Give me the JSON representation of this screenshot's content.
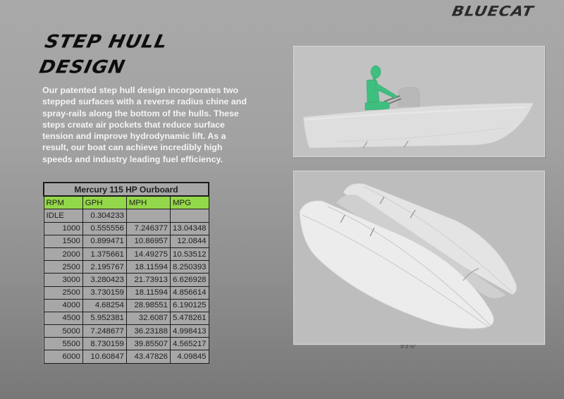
{
  "header": {
    "brand_logo": "BLUECAT"
  },
  "main": {
    "title_line1": "Step Hull",
    "title_line2": "Design",
    "description": "Our patented step hull design incorporates two stepped surfaces with a reverse radius chine and spray-rails along the bottom of the hulls. These steps create air pockets that reduce surface tension and improve hydrodynamic lift. As a result, our boat can achieve incredibly high speeds and industry leading fuel efficiency."
  },
  "table": {
    "caption": "Mercury 115 HP Ourboard",
    "header_color": "#93d74a",
    "columns": [
      "RPM",
      "GPH",
      "MPH",
      "MPG"
    ],
    "rows": [
      [
        "IDLE",
        "0.304233",
        "",
        ""
      ],
      [
        "1000",
        "0.555556",
        "7.246377",
        "13.04348"
      ],
      [
        "1500",
        "0.899471",
        "10.86957",
        "12.0844"
      ],
      [
        "2000",
        "1.375661",
        "14.49275",
        "10.53512"
      ],
      [
        "2500",
        "2.195767",
        "18.11594",
        "8.250393"
      ],
      [
        "3000",
        "3.280423",
        "21.73913",
        "6.626928"
      ],
      [
        "2500",
        "3.730159",
        "18.11594",
        "4.856614"
      ],
      [
        "4000",
        "4.68254",
        "28.98551",
        "6.190125"
      ],
      [
        "4500",
        "5.952381",
        "32.6087",
        "5.478261"
      ],
      [
        "5000",
        "7.248677",
        "36.23188",
        "4.998413"
      ],
      [
        "5500",
        "8.730159",
        "39.85507",
        "4.565217"
      ],
      [
        "6000",
        "10.60847",
        "43.47826",
        "4.09845"
      ]
    ]
  },
  "images": {
    "top": {
      "alt": "Side view render of boat with green mannequin driver",
      "figure_color": "#3fbf7f"
    },
    "bottom": {
      "alt": "Underside render of step hull catamaran"
    },
    "caption": "3'-2 ½\""
  }
}
